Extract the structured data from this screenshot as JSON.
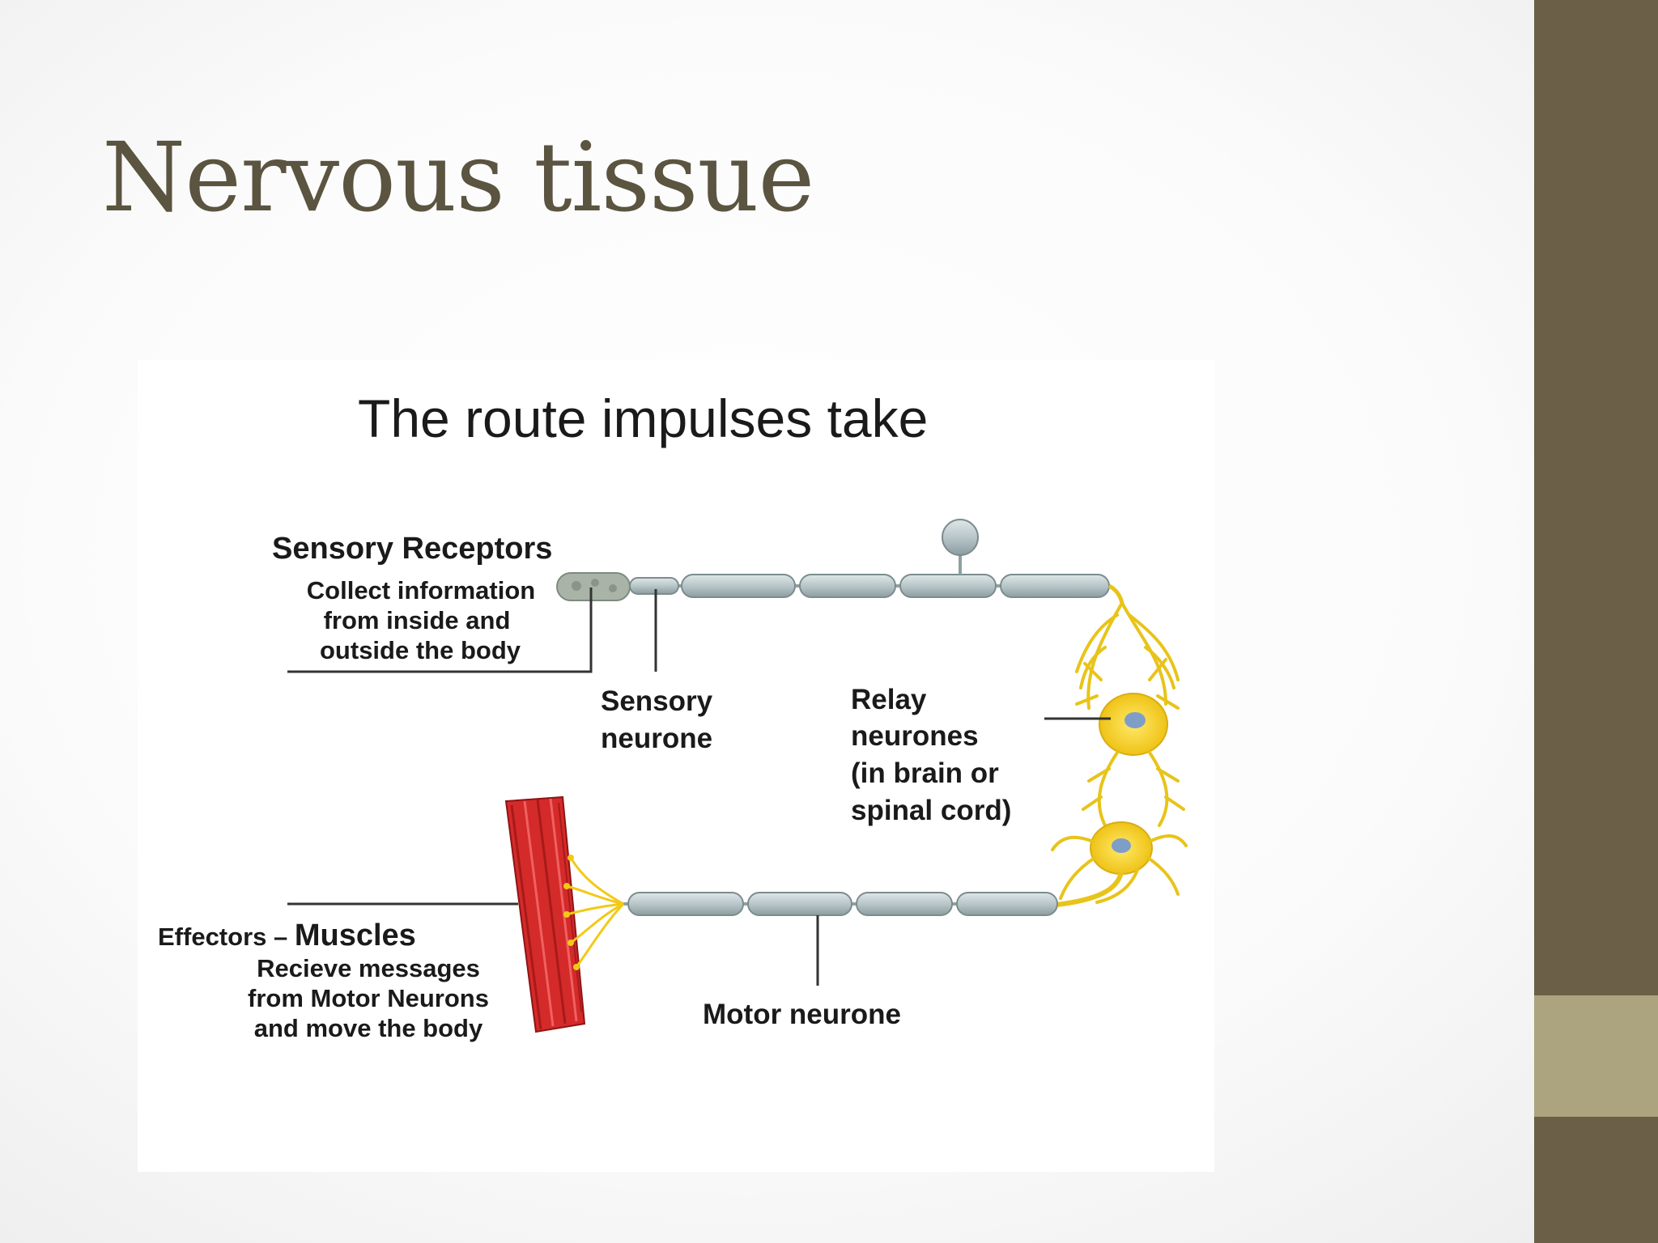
{
  "slide": {
    "title": "Nervous tissue",
    "theme_colors": {
      "sidebar_dark": "#6b5f48",
      "sidebar_accent": "#aba47e",
      "title": "#5a5440"
    }
  },
  "diagram": {
    "title": "The route impulses take",
    "labels": {
      "sensory_receptors_heading": "Sensory Receptors",
      "sensory_receptors_lines": [
        "Collect information",
        "from inside and",
        "outside the body"
      ],
      "sensory_neurone_lines": [
        "Sensory",
        "neurone"
      ],
      "relay_lines": [
        "Relay",
        "neurones",
        "(in brain or",
        "spinal cord)"
      ],
      "effectors_prefix": "Effectors – ",
      "effectors_muscles": "Muscles",
      "effectors_lines": [
        "Recieve messages",
        "from Motor Neurons",
        "and move the body"
      ],
      "motor_neurone": "Motor neurone"
    },
    "colors": {
      "relay_neuron": "#f4d21a",
      "muscle": "#d42a2a",
      "myelin": "#b9c6c8"
    }
  }
}
